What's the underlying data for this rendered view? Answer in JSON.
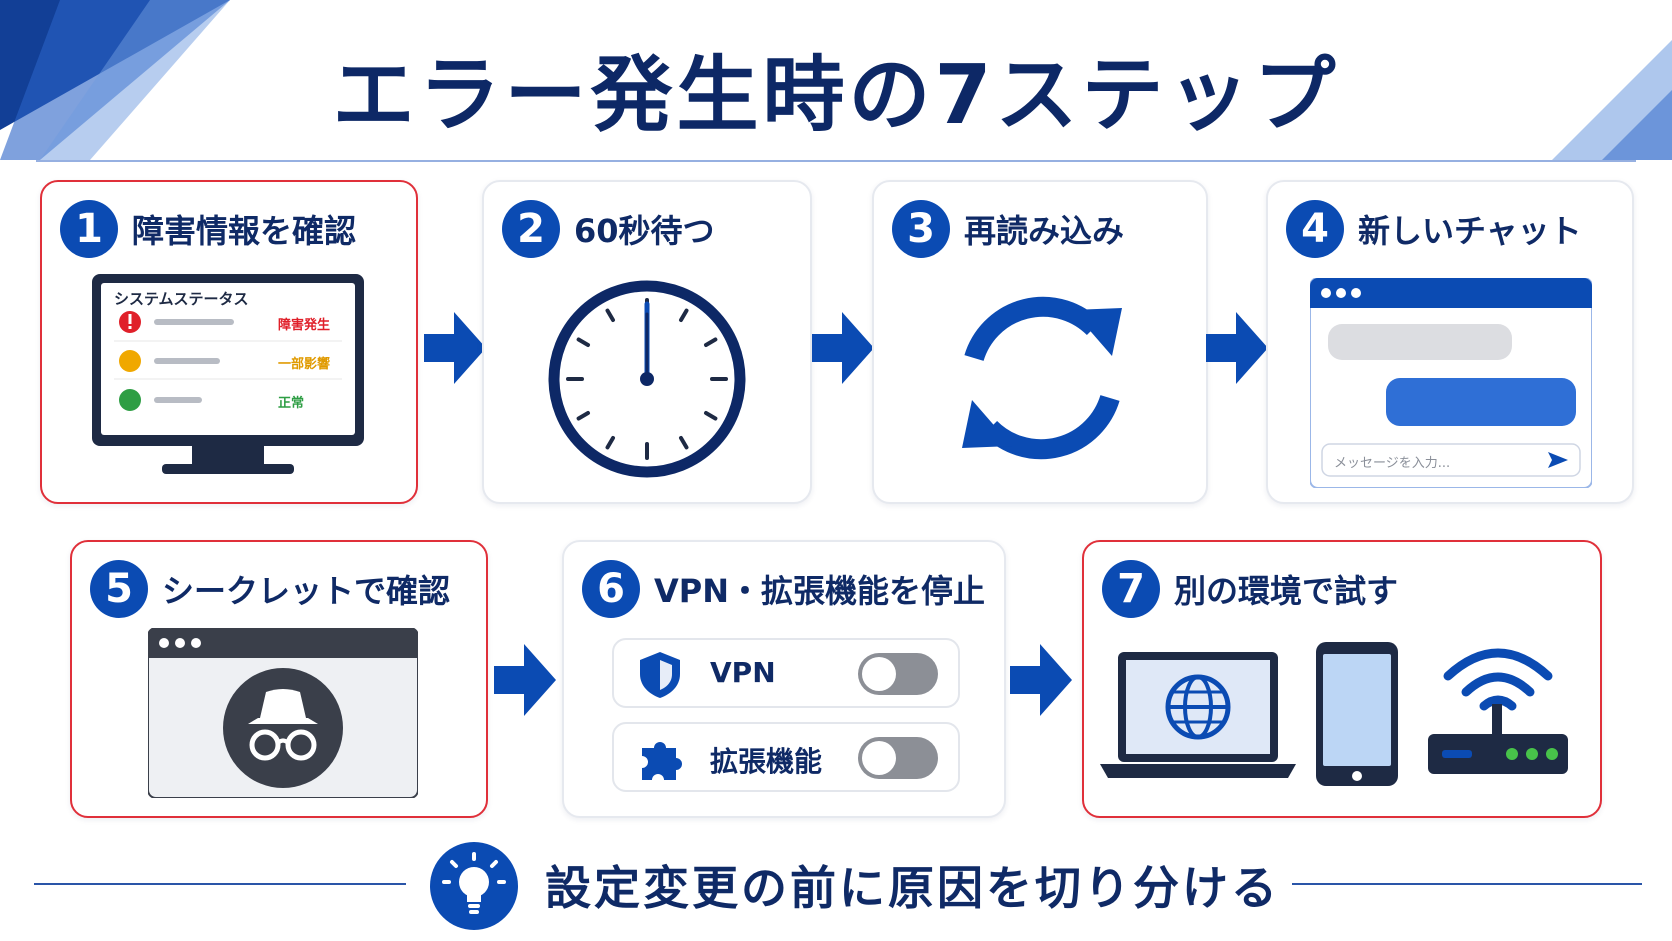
{
  "title": "エラー発生時の7ステップ",
  "steps": [
    {
      "number": "1",
      "title": "障害情報を確認",
      "highlight": true
    },
    {
      "number": "2",
      "title": "60秒待つ",
      "highlight": false
    },
    {
      "number": "3",
      "title": "再読み込み",
      "highlight": false
    },
    {
      "number": "4",
      "title": "新しいチャット",
      "highlight": false
    },
    {
      "number": "5",
      "title": "シークレットで確認",
      "highlight": true
    },
    {
      "number": "6",
      "title": "VPN・拡張機能を停止",
      "highlight": false
    },
    {
      "number": "7",
      "title": "別の環境で試す",
      "highlight": true
    }
  ],
  "status_screen": {
    "heading": "システムステータス",
    "rows": [
      {
        "label": "障害発生",
        "color": "#e0202a"
      },
      {
        "label": "一部影響",
        "color": "#f0a800"
      },
      {
        "label": "正常",
        "color": "#2e9e44"
      }
    ]
  },
  "chat": {
    "placeholder": "メッセージを入力..."
  },
  "toggles": [
    {
      "label": "VPN",
      "icon": "shield-icon",
      "state": "off"
    },
    {
      "label": "拡張機能",
      "icon": "puzzle-icon",
      "state": "off"
    }
  ],
  "footer": {
    "text": "設定変更の前に原因を切り分ける",
    "icon": "lightbulb-icon"
  },
  "colors": {
    "primary": "#0b4bb3",
    "navy": "#0f2a66",
    "highlight": "#e0303a"
  }
}
